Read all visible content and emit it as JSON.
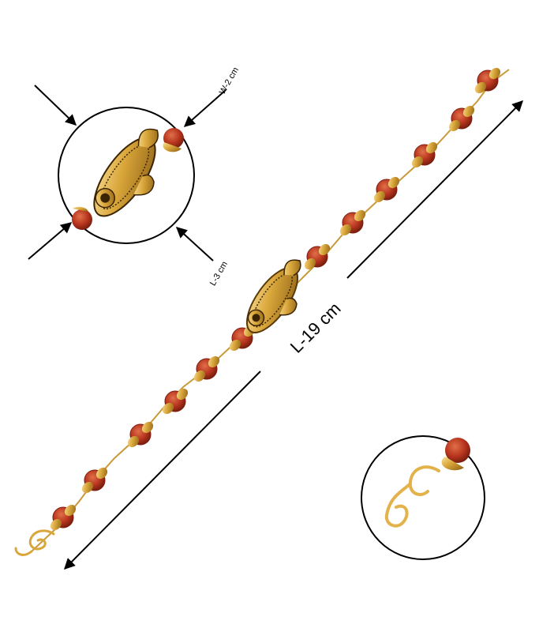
{
  "labels": {
    "total_length": "L-19 cm",
    "pendant_width": "W-2 cm",
    "pendant_length": "L-3 cm"
  },
  "colors": {
    "bead": "#b8351e",
    "bead_dark": "#7e1f10",
    "gold": "#d9a63a",
    "gold_light": "#f2d27a",
    "gold_dark": "#8a5e14",
    "ink": "#000000"
  },
  "icons": {
    "bracelet": "rudraksha-bracelet-icon",
    "pendant": "peacock-pendant-icon",
    "hook": "s-hook-clasp-icon"
  }
}
